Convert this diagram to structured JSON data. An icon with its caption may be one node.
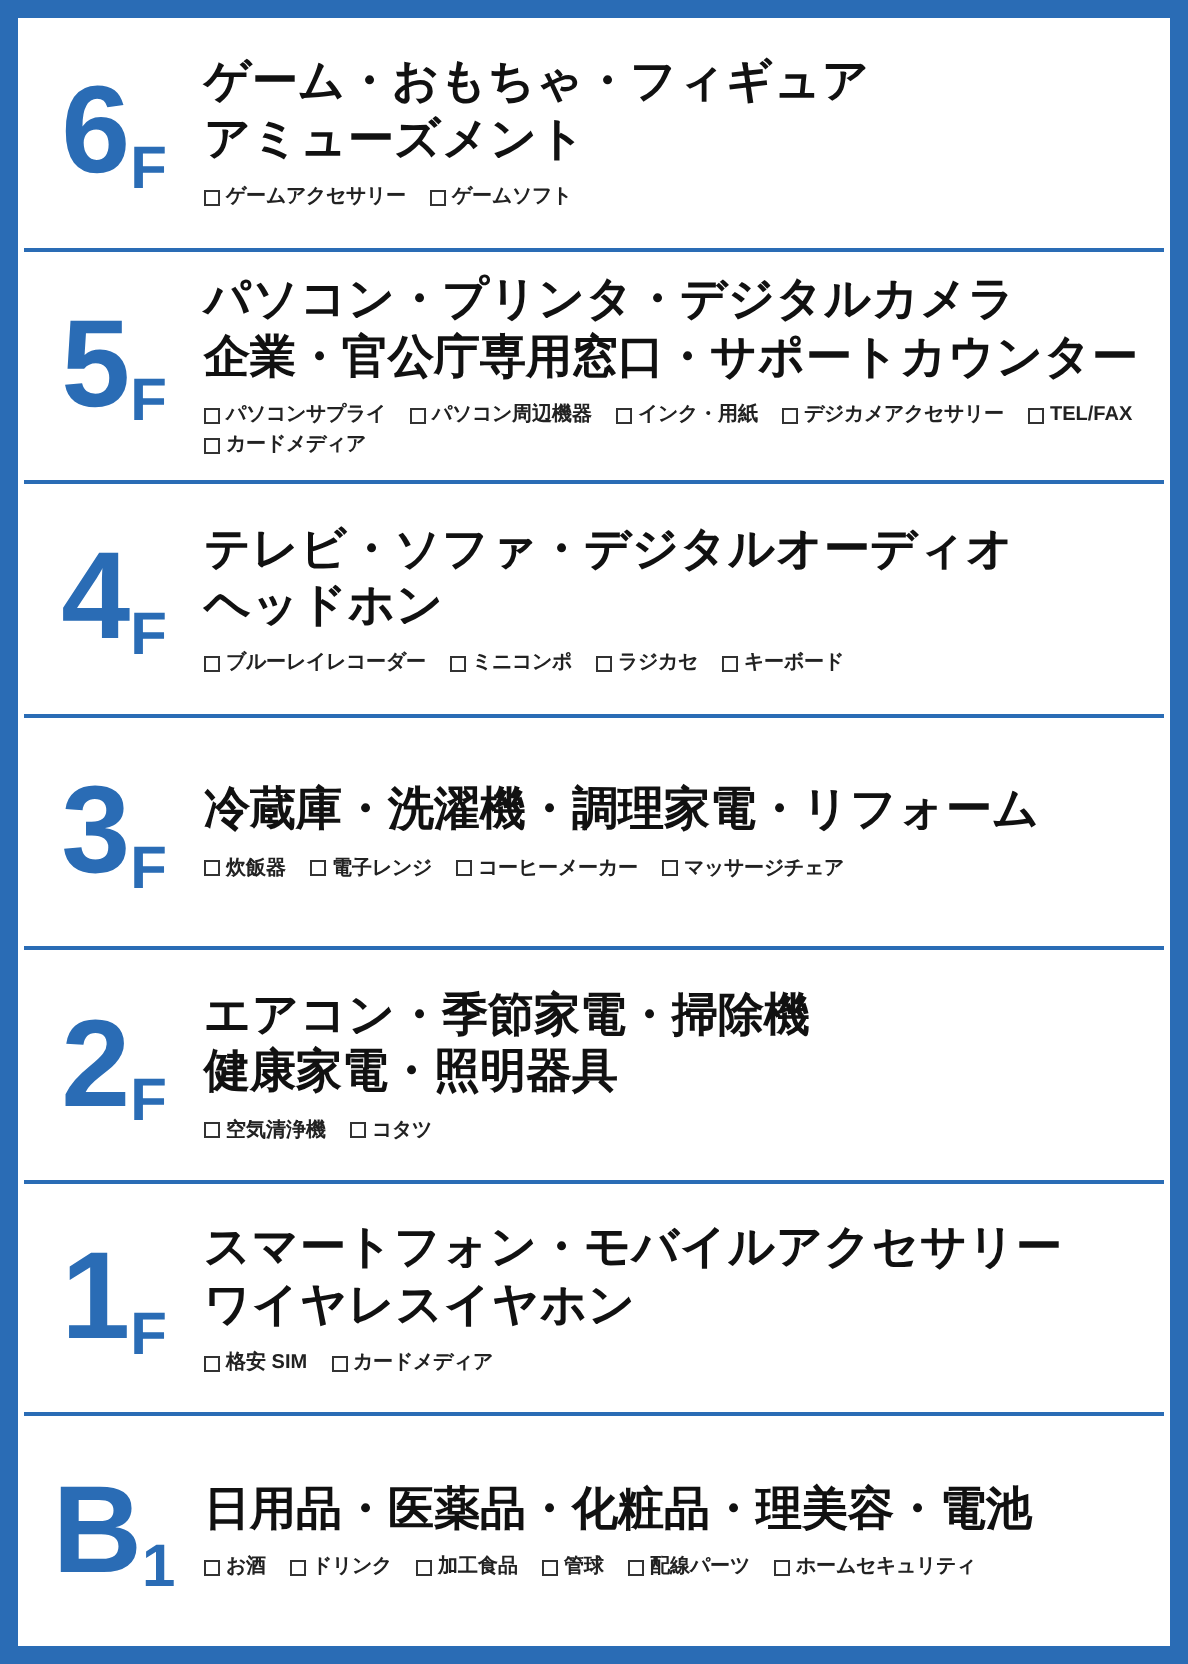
{
  "diagram": {
    "nodes": [
      {
        "text": [
          "6$_{F}$",
          "ゲーム・おもちゃ・フィギュア",
          "アミューズメント"
        ]
      },
      {
        "text": [
          "ゲームアクセサリー"
        ],
        "in": 0
      },
      {
        "text": [
          "ゲームソフト"
        ],
        "in": 0
      },
      {
        "text": [
          "5$_{F}$",
          "パソコン・プリンタ・デジタルカメラ",
          "企業・官公庁専用窓口・サポートカウンター"
        ]
      },
      {
        "text": [
          "パソコンサプライ"
        ],
        "in": 3
      },
      {
        "text": [
          "パソコン周辺機器"
        ],
        "in": 3
      },
      {
        "text": [
          "インク・用紙"
        ],
        "in": 3
      },
      {
        "text": [
          "デジカメアクセサリー"
        ],
        "in": 3
      },
      {
        "text": [
          "TEL/FAX"
        ],
        "in": 3
      },
      {
        "text": [
          "カードメディア"
        ],
        "in": 3
      },
      {
        "text": [
          "4$_{F}$",
          "テレビ・ソファ・デジタルオーディオ",
          "ヘッドホン"
        ]
      },
      {
        "text": [
          "ブルーレイレコーダー"
        ],
        "in": 10
      },
      {
        "text": [
          "ミニコンポ"
        ],
        "in": 10
      },
      {
        "text": [
          "ラジカセ"
        ],
        "in": 10
      },
      {
        "text": [
          "キーボード"
        ],
        "in": 10
      },
      {
        "text": [
          "3$_{F}$",
          "冷蔵庫・洗濯機・調理家電・リフォーム"
        ]
      },
      {
        "text": [
          "炊飯器"
        ],
        "in": 15
      },
      {
        "text": [
          "電子レンジ"
        ],
        "in": 15
      },
      {
        "text": [
          "コーヒーメーカー"
        ],
        "in": 15
      },
      {
        "text": [
          "マッサージチェア"
        ],
        "in": 15
      },
      {
        "text": [
          "2$_{F}$",
          "エアコン・季節家電・掃除機",
          "健康家電・照明器具"
        ]
      },
      {
        "text": [
          "空気清浄機"
        ],
        "in": 20
      },
      {
        "text": [
          "コタツ"
        ],
        "in": 20
      },
      {
        "text": [
          "1$_{F}$",
          "スマートフォン・モバイルアクセサリー",
          "ワイヤレスイヤホン"
        ]
      },
      {
        "text": [
          "格安 SIM"
        ],
        "in": 23
      },
      {
        "text": [
          "カードメディア"
        ],
        "in": 23
      },
      {
        "text": [
          "B$_{1}$",
          "日用品・医薬品・化粧品・理美容・電池"
        ]
      },
      {
        "text": [
          "お酒"
        ],
        "in": 26
      },
      {
        "text": [
          "ドリンク"
        ],
        "in": 26
      },
      {
        "text": [
          "加工食品"
        ],
        "in": 26
      },
      {
        "text": [
          "管球"
        ],
        "in": 26
      },
      {
        "text": [
          "配線パーツ"
        ],
        "in": 26
      },
      {
        "text": [
          "ホームセキュリティ"
        ],
        "in": 26
      }
    ]
  }
}
